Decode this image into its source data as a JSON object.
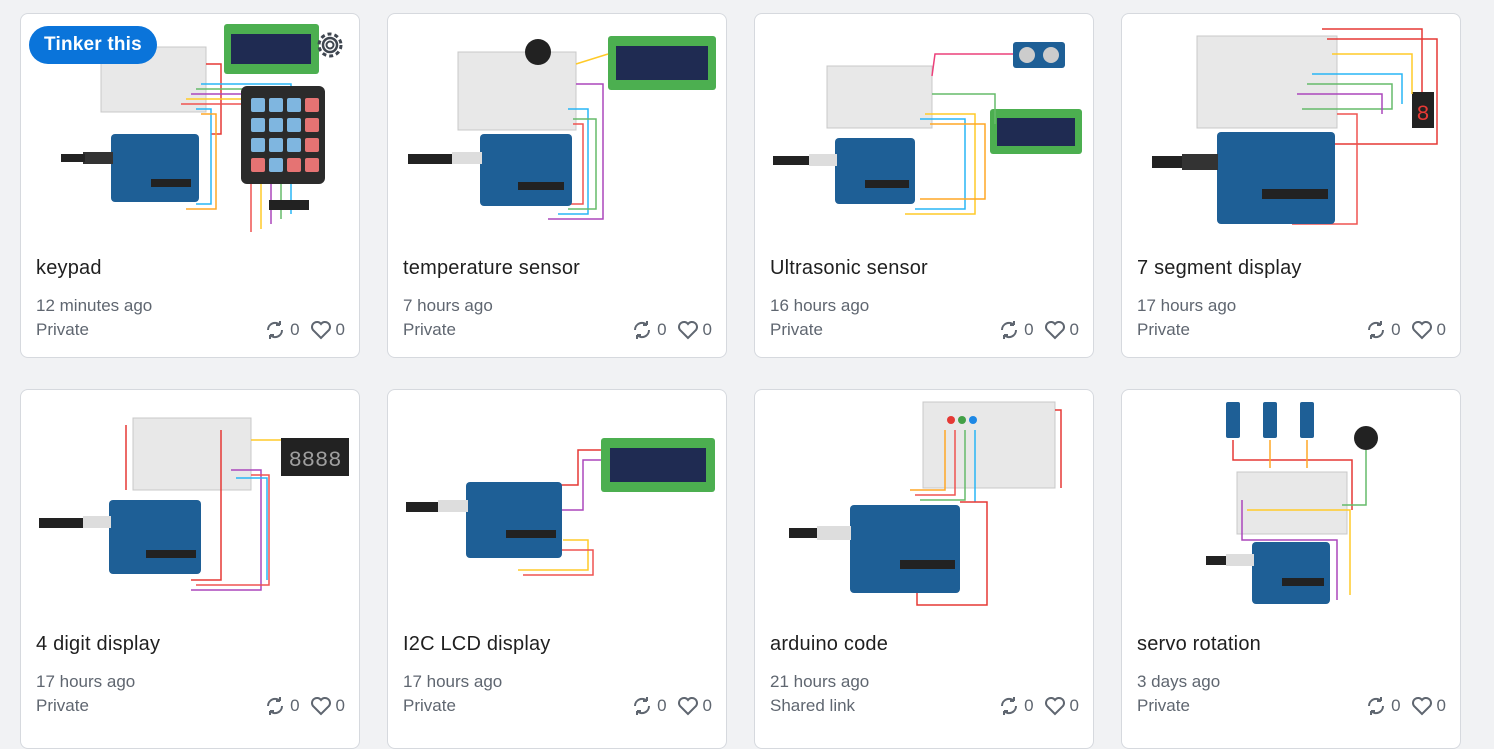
{
  "overlay": {
    "tinker_label": "Tinker this"
  },
  "designs": [
    {
      "title": "keypad",
      "time": "12 minutes ago",
      "privacy": "Private",
      "remixes": "0",
      "likes": "0",
      "thumb": "keypad"
    },
    {
      "title": "temperature sensor",
      "time": "7 hours ago",
      "privacy": "Private",
      "remixes": "0",
      "likes": "0",
      "thumb": "temperature"
    },
    {
      "title": "Ultrasonic sensor",
      "time": "16 hours ago",
      "privacy": "Private",
      "remixes": "0",
      "likes": "0",
      "thumb": "ultrasonic"
    },
    {
      "title": "7 segment display",
      "time": "17 hours ago",
      "privacy": "Private",
      "remixes": "0",
      "likes": "0",
      "thumb": "seven-segment"
    },
    {
      "title": "4 digit display",
      "time": "17 hours ago",
      "privacy": "Private",
      "remixes": "0",
      "likes": "0",
      "thumb": "four-digit"
    },
    {
      "title": "I2C LCD display",
      "time": "17 hours ago",
      "privacy": "Private",
      "remixes": "0",
      "likes": "0",
      "thumb": "i2c-lcd"
    },
    {
      "title": "arduino code",
      "time": "21 hours ago",
      "privacy": "Shared link",
      "remixes": "0",
      "likes": "0",
      "thumb": "leds"
    },
    {
      "title": "servo rotation",
      "time": "3 days ago",
      "privacy": "Private",
      "remixes": "0",
      "likes": "0",
      "thumb": "servo"
    }
  ],
  "icons": {
    "remix": "remix-icon",
    "like": "heart-icon",
    "settings": "gear-icon"
  },
  "colors": {
    "accent": "#0a74da",
    "board": "#1e5f96",
    "lcd": "#1f2b52",
    "lcd_frame": "#4caf50"
  }
}
